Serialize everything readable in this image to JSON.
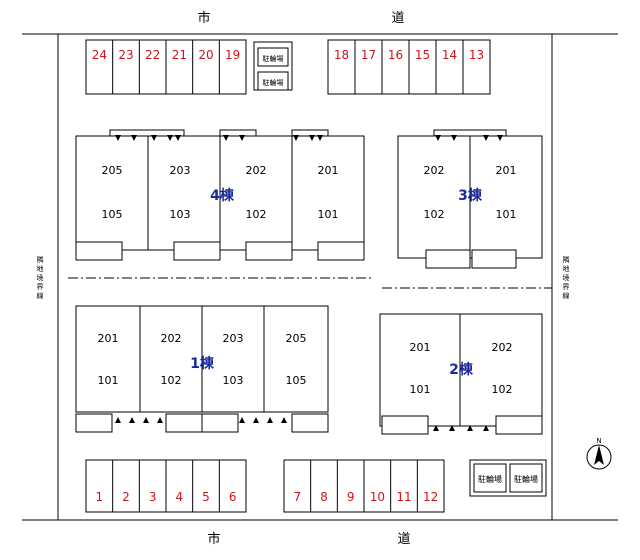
{
  "road_label_char1": "市",
  "road_label_char2": "道",
  "boundary_label": "隣地境界線",
  "parking_red_numbers_top_left": [
    "24",
    "23",
    "22",
    "21",
    "20",
    "19"
  ],
  "parking_red_numbers_top_right": [
    "18",
    "17",
    "16",
    "15",
    "14",
    "13"
  ],
  "parking_red_numbers_bottom_left": [
    "1",
    "2",
    "3",
    "4",
    "5",
    "6"
  ],
  "parking_red_numbers_bottom_right": [
    "7",
    "8",
    "9",
    "10",
    "11",
    "12"
  ],
  "bike_parking_label": "駐輪場",
  "building_4": {
    "name": "4棟",
    "upper": [
      "205",
      "203",
      "202",
      "201"
    ],
    "lower": [
      "105",
      "103",
      "102",
      "101"
    ]
  },
  "building_3": {
    "name": "3棟",
    "upper": [
      "202",
      "201"
    ],
    "lower": [
      "102",
      "101"
    ]
  },
  "building_1": {
    "name": "1棟",
    "upper": [
      "201",
      "202",
      "203",
      "205"
    ],
    "lower": [
      "101",
      "102",
      "103",
      "105"
    ]
  },
  "building_2": {
    "name": "2棟",
    "upper": [
      "201",
      "202"
    ],
    "lower": [
      "101",
      "102"
    ]
  },
  "north_label": "N",
  "colors": {
    "stroke": "#000000",
    "parking_number": "#d0141a",
    "building_name": "#1a2a9c",
    "text": "#222222"
  }
}
